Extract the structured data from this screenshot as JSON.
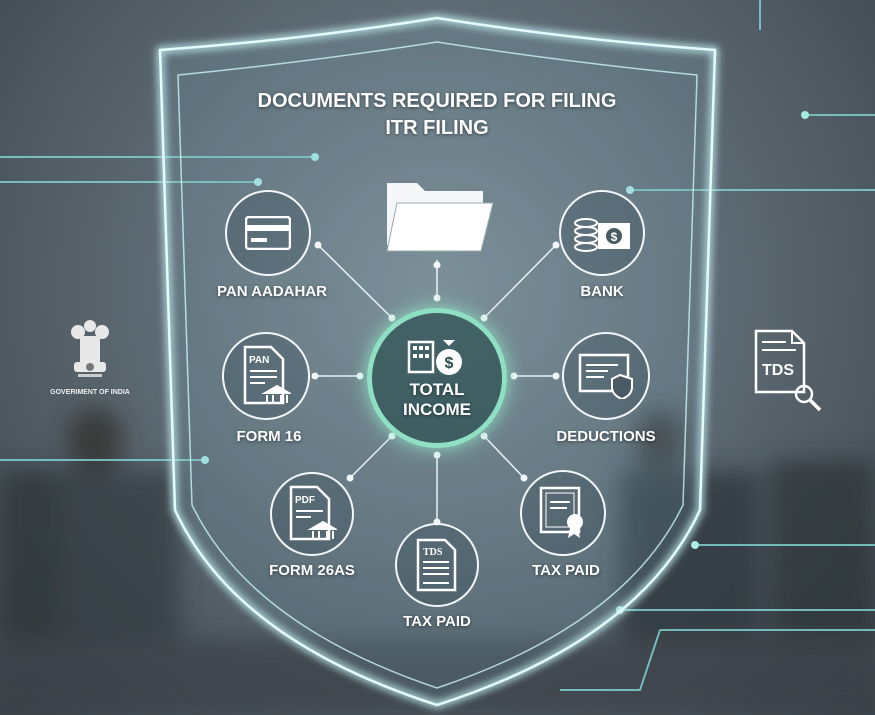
{
  "title_line1": "DOCUMENTS REQUIRED FOR FILING",
  "title_line2": "ITR FILING",
  "emblem_caption": "GOVERIMENT OF INDIA",
  "center": {
    "line1": "TOTAL",
    "line2": "INCOME",
    "icon": "building-money-bag-icon"
  },
  "nodes": [
    {
      "label": "PAN AADAHAR",
      "icon": "id-card-icon"
    },
    {
      "label": "",
      "icon": "folder-icon"
    },
    {
      "label": "BANK",
      "icon": "coins-cash-icon"
    },
    {
      "label": "FORM 16",
      "icon": "pan-document-icon",
      "icon_text": "PAN"
    },
    {
      "label": "DEDUCTIONS",
      "icon": "certificate-shield-icon"
    },
    {
      "label": "FORM 26AS",
      "icon": "pdf-document-icon",
      "icon_text": "PDF"
    },
    {
      "label": "TAX PAID",
      "icon": "tds-document-icon",
      "icon_text": "TDS"
    },
    {
      "label": "TAX PAID",
      "icon": "certificate-ribbon-icon"
    }
  ],
  "side_icon": {
    "text": "TDS",
    "icon": "tds-search-icon"
  },
  "colors": {
    "accent": "#8fe0c2",
    "line": "#7fd0cf",
    "shield": "#bfeff2"
  }
}
